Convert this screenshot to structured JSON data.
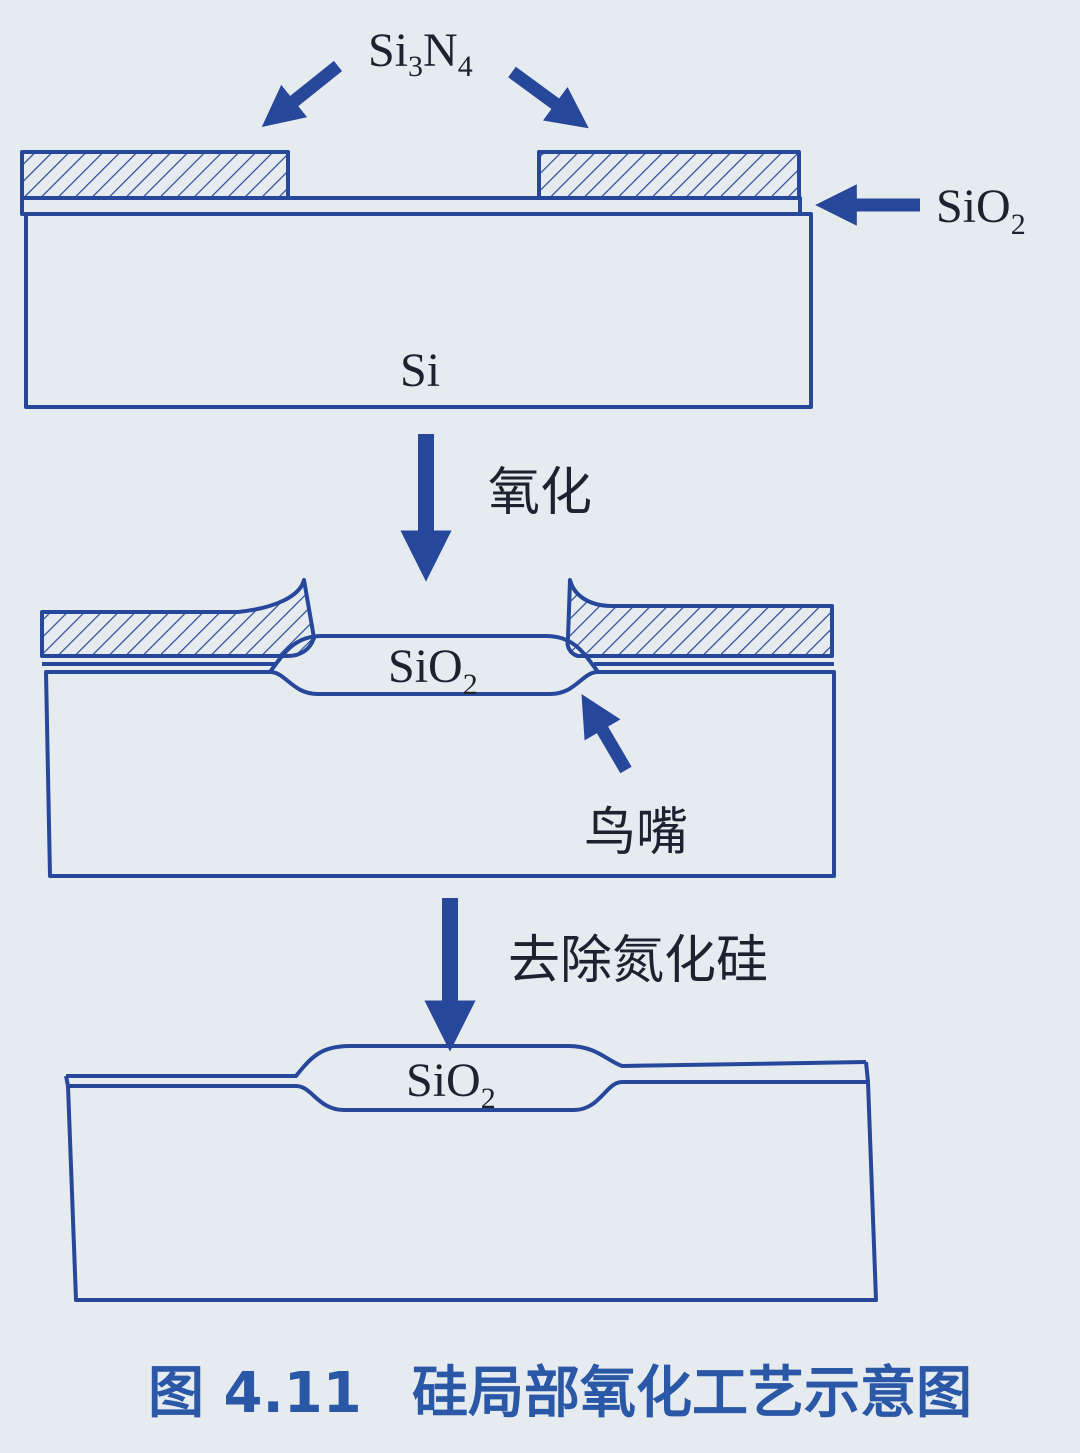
{
  "diagram": {
    "colors": {
      "line": "#27489a",
      "arrow": "#27489a",
      "caption": "#2a57a6",
      "text": "#1c2230",
      "background": "#e6ebf0"
    },
    "step1": {
      "nitride_label": {
        "base": "Si",
        "sub1": "3",
        "mid": "N",
        "sub2": "4"
      },
      "oxide_label": {
        "base": "SiO",
        "sub": "2"
      },
      "substrate_label": "Si"
    },
    "process1_label": "氧化",
    "step2": {
      "oxide_label": {
        "base": "SiO",
        "sub": "2"
      },
      "bird_beak_label": "鸟嘴"
    },
    "process2_label": "去除氮化硅",
    "step3": {
      "oxide_label": {
        "base": "SiO",
        "sub": "2"
      }
    },
    "caption": {
      "number": "图 4.11",
      "title": "硅局部氧化工艺示意图"
    }
  }
}
